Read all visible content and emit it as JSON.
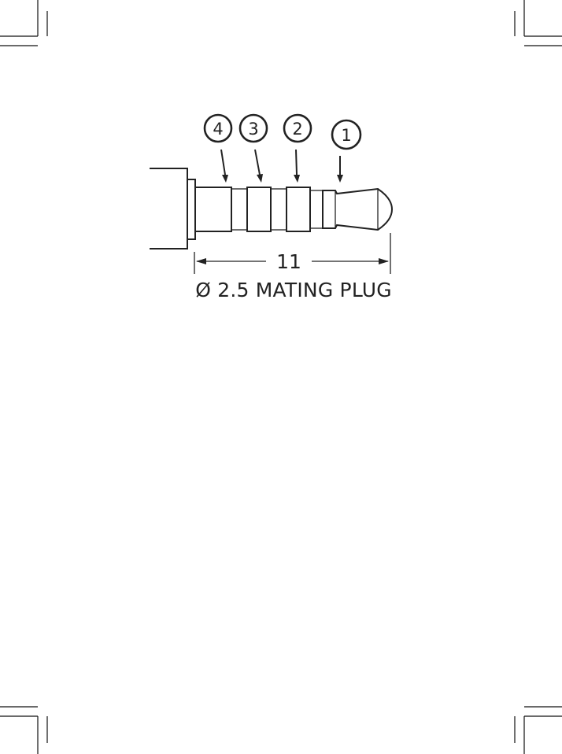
{
  "caption": "Ø 2.5 MATING PLUG",
  "dimension": {
    "value": "11"
  },
  "callouts": [
    {
      "label": "4"
    },
    {
      "label": "3"
    },
    {
      "label": "2"
    },
    {
      "label": "1"
    }
  ],
  "colors": {
    "line": "#222222",
    "background": "#ffffff"
  }
}
